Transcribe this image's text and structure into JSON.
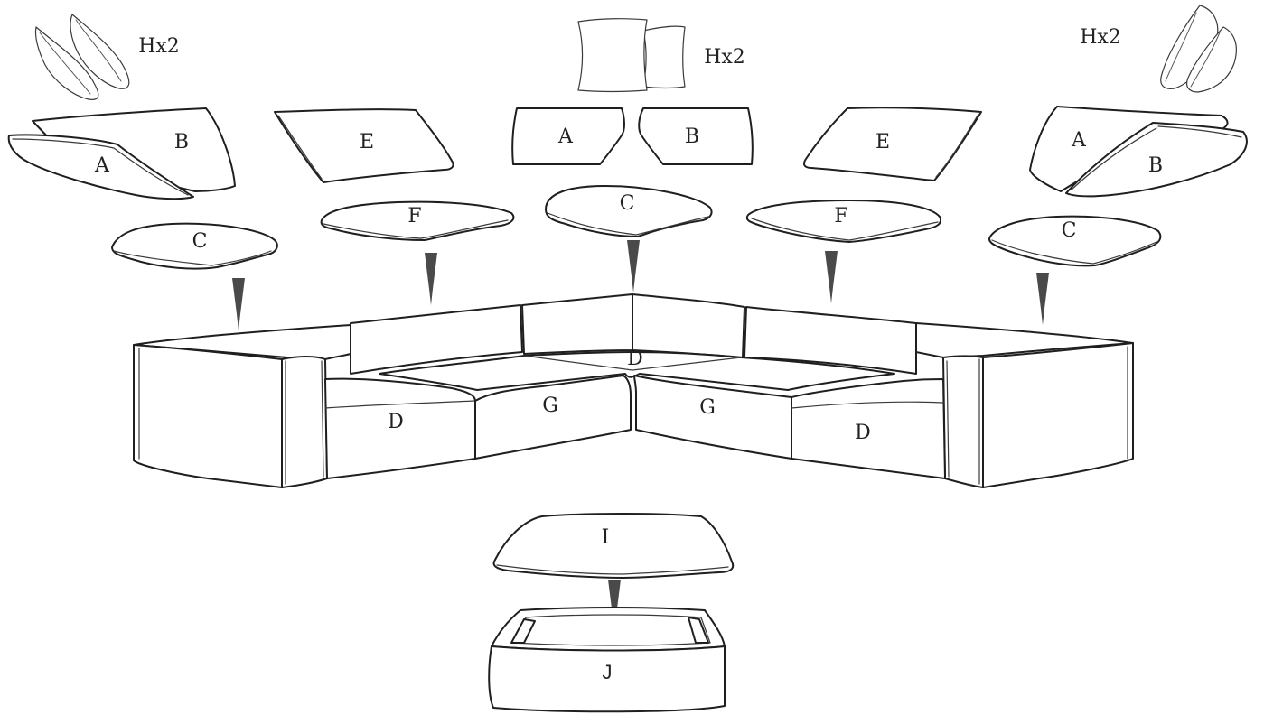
{
  "labels": {
    "qty_left": "Hx2",
    "qty_center": "Hx2",
    "qty_right": "Hx2",
    "left_back_a": "A",
    "left_back_b": "B",
    "left_seat_c": "C",
    "left_back_e": "E",
    "left_seat_f": "F",
    "center_back_a": "A",
    "center_back_b": "B",
    "center_seat_c": "C",
    "right_back_e": "E",
    "right_seat_f": "F",
    "right_back_a": "A",
    "right_back_b": "B",
    "right_seat_c": "C",
    "sofa_corner_d": "D",
    "sofa_left_d": "D",
    "sofa_right_d": "D",
    "sofa_left_g": "G",
    "sofa_right_g": "G",
    "ottoman_cushion_i": "I",
    "ottoman_base_j": "J"
  },
  "colors": {
    "line": "#1f1f1f",
    "arrow": "#4a4a4a",
    "background": "#ffffff"
  }
}
